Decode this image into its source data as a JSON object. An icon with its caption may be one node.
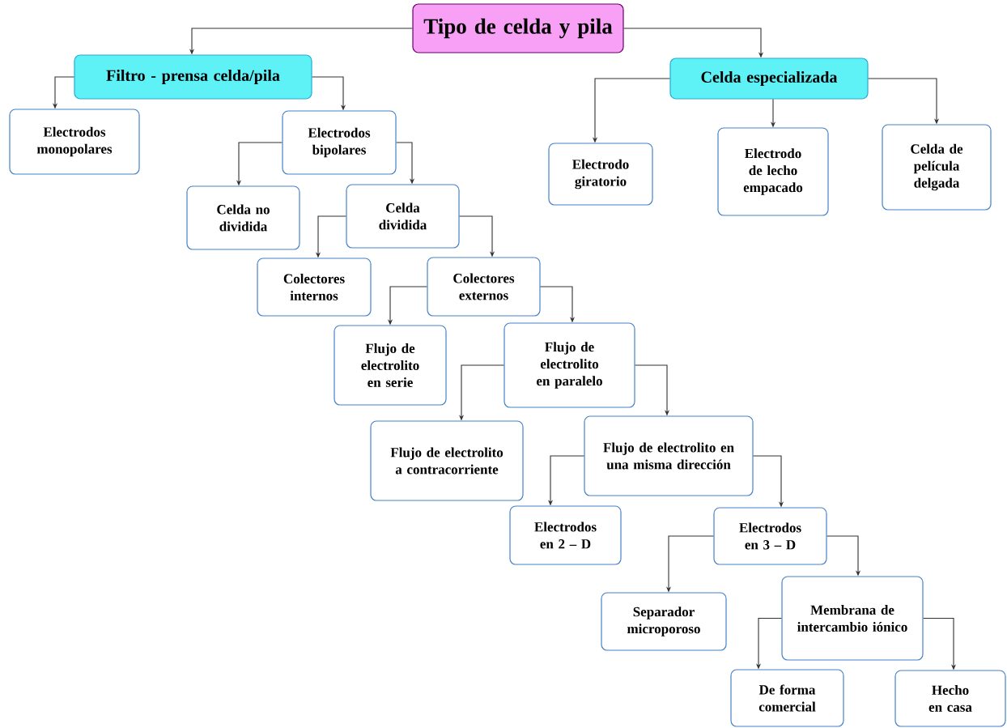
{
  "diagram": {
    "nodes": [
      {
        "text": [
          "Tipo de celda y pila"
        ]
      },
      {
        "text": [
          "Filtro - prensa celda/pila"
        ]
      },
      {
        "text": [
          "Celda especializada"
        ]
      },
      {
        "text": [
          "Electrodos monopolares"
        ]
      },
      {
        "text": [
          "Electrodos bipolares"
        ]
      },
      {
        "text": [
          "Electrodo giratorio"
        ]
      },
      {
        "text": [
          "Electrodo de lecho empacado"
        ]
      },
      {
        "text": [
          "Celda de película delgada"
        ]
      },
      {
        "text": [
          "Celda no dividida"
        ]
      },
      {
        "text": [
          "Celda dividida"
        ]
      },
      {
        "text": [
          "Colectores internos"
        ]
      },
      {
        "text": [
          "Colectores externos"
        ]
      },
      {
        "text": [
          "Flujo de electrolito en serie"
        ]
      },
      {
        "text": [
          "Flujo de electrolito en paralelo"
        ]
      },
      {
        "text": [
          "Flujo de electrolito a contracorriente"
        ]
      },
      {
        "text": [
          "Flujo de electrolito en una misma dirección"
        ]
      },
      {
        "text": [
          "Electrodos en 2 – D"
        ]
      },
      {
        "text": [
          "Electrodos en 3 – D"
        ]
      },
      {
        "text": [
          "Separador microporoso"
        ]
      },
      {
        "text": [
          "Membrana de intercambio iónico"
        ]
      },
      {
        "text": [
          "De forma comercial"
        ]
      },
      {
        "text": [
          "Hecho en casa"
        ]
      }
    ],
    "edges": [
      {
        "from": 0,
        "to": 1,
        "arrow": "to"
      },
      {
        "from": 0,
        "to": 2,
        "arrow": "to"
      },
      {
        "from": 1,
        "to": 3,
        "arrow": "to"
      },
      {
        "from": 1,
        "to": 4,
        "arrow": "to"
      },
      {
        "from": 2,
        "to": 5,
        "arrow": "to"
      },
      {
        "from": 2,
        "to": 6,
        "arrow": "to"
      },
      {
        "from": 2,
        "to": 7,
        "arrow": "to"
      },
      {
        "from": 4,
        "to": 8,
        "arrow": "to"
      },
      {
        "from": 4,
        "to": 9,
        "arrow": "to"
      },
      {
        "from": 9,
        "to": 10,
        "arrow": "to"
      },
      {
        "from": 9,
        "to": 11,
        "arrow": "to"
      },
      {
        "from": 11,
        "to": 12,
        "arrow": "to"
      },
      {
        "from": 11,
        "to": 13,
        "arrow": "to"
      },
      {
        "from": 13,
        "to": 14,
        "arrow": "to"
      },
      {
        "from": 13,
        "to": 15,
        "arrow": "to"
      },
      {
        "from": 15,
        "to": 16,
        "arrow": "to"
      },
      {
        "from": 15,
        "to": 17,
        "arrow": "to"
      },
      {
        "from": 17,
        "to": 18,
        "arrow": "to"
      },
      {
        "from": 17,
        "to": 19,
        "arrow": "to"
      },
      {
        "from": 19,
        "to": 20,
        "arrow": "to"
      },
      {
        "from": 19,
        "to": 21,
        "arrow": "to"
      }
    ]
  }
}
